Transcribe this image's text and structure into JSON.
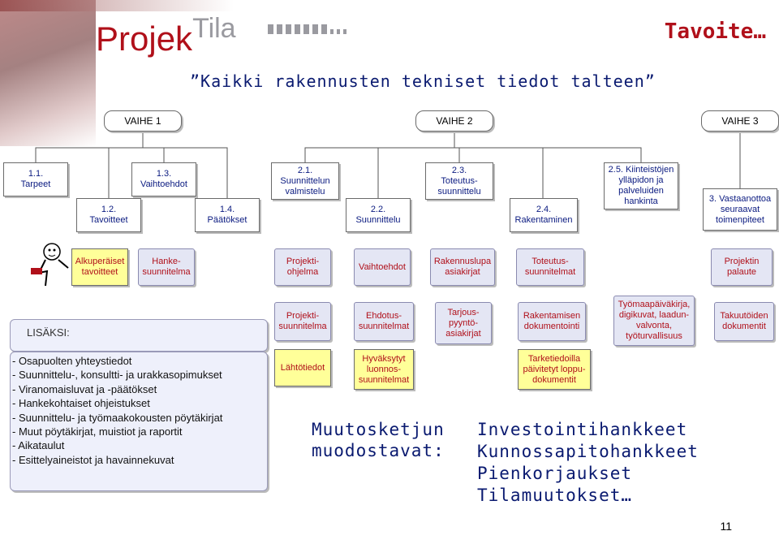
{
  "header": {
    "logo_main": "Projek",
    "logo_tila": "Tila",
    "title": "Tavoite…",
    "subtitle": "”Kaikki rakennusten tekniset tiedot talteen”"
  },
  "phases": [
    "VAIHE 1",
    "VAIHE 2",
    "VAIHE 3"
  ],
  "steps": [
    "1.1.\nTarpeet",
    "1.2.\nTavoitteet",
    "1.3.\nVaihtoehdot",
    "1.4.\nPäätökset",
    "2.1.\nSuunnittelun\nvalmistelu",
    "2.2.\nSuunnittelu",
    "2.3.\nToteutus-\nsuunnittelu",
    "2.4.\nRakentaminen",
    "2.5. Kiinteistöjen\nylläpidon ja\npalveluiden\nhankinta",
    "3. Vastaanottoa\nseuraavat\ntoimenpiteet"
  ],
  "docs_row": [
    "Alkuperäiset\ntavoitteet",
    "Hanke-\nsuunnitelma",
    "Projekti-\nohjelma",
    "Vaihtoehdot",
    "Rakennuslupa\nasiakirjat",
    "Toteutus-\nsuunnitelmat",
    "Projektin\npalaute"
  ],
  "lisaksi_label": "LISÄKSI:",
  "extra_row": [
    "Projekti-\nsuunnitelma",
    "Ehdotus-\nsuunnitelmat",
    "Tarjous-\npyyntö-\nasiakirjat",
    "Rakentamisen\ndokumentointi",
    "Työmaapäiväkirja,\ndigikuvat, laadun-\nvalvonta,\ntyöturvallisuus",
    "Takuutöiden\ndokumentit"
  ],
  "yellow_row": [
    "Lähtötiedot",
    "Hyväksytyt\nluonnos-\nsuunnitelmat",
    "Tarketiedoilla\npäivitetyt loppu-\ndokumentit"
  ],
  "info_list": [
    "- Osapuolten yhteystiedot",
    "- Suunnittelu-, konsultti- ja urakkasopimukset",
    "- Viranomaisluvat ja -päätökset",
    "- Hankekohtaiset ohjeistukset",
    "- Suunnittelu- ja työmaakokousten pöytäkirjat",
    "- Muut pöytäkirjat, muistiot ja raportit",
    "- Aikataulut",
    "- Esittelyaineistot ja havainnekuvat"
  ],
  "muutosketjun": "Muutosketjun\nmuodostavat:",
  "hankkeet": "Investointihankkeet\nKunnossapitohankkeet\nPienkorjaukset\nTilamuutokset…",
  "page_number": "11",
  "colors": {
    "accent_red": "#b0101a",
    "navy": "#0a1a70",
    "highlight_yellow": "#ffff99",
    "panel_lavender": "#eef0fb"
  }
}
